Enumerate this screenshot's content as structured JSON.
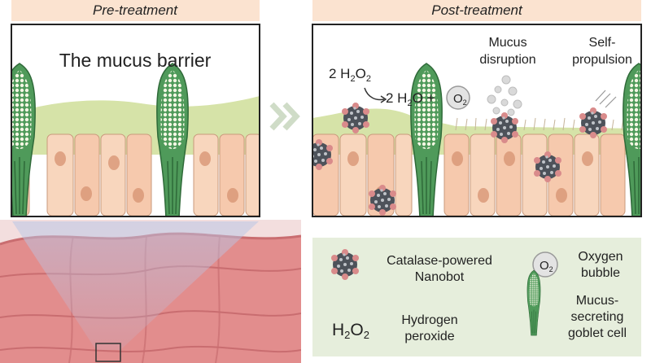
{
  "headers": {
    "pre": "Pre-treatment",
    "post": "Post-treatment"
  },
  "pre_panel": {
    "title": "The mucus barrier"
  },
  "post_panel": {
    "reaction": {
      "reactant_coef": "2 H",
      "reactant_sub": "2",
      "reactant_tail": "O",
      "reactant_sub2": "2",
      "product_text": "2 H",
      "product_sub": "2",
      "product_tail": "O +",
      "bubble_O": "O",
      "bubble_sub": "2"
    },
    "mucus_disruption_line1": "Mucus",
    "mucus_disruption_line2": "disruption",
    "self_propulsion_line1": "Self-",
    "self_propulsion_line2": "propulsion"
  },
  "legend": {
    "nanobot_line1": "Catalase-powered",
    "nanobot_line2": "Nanobot",
    "o2_symbol_O": "O",
    "o2_symbol_sub": "2",
    "oxygen_line1": "Oxygen",
    "oxygen_line2": "bubble",
    "h2o2_H": "H",
    "h2o2_sub1": "2",
    "h2o2_O": "O",
    "h2o2_sub2": "2",
    "hydrogen_line1": "Hydrogen",
    "hydrogen_line2": "peroxide",
    "goblet_line1": "Mucus-",
    "goblet_line2": "secreting",
    "goblet_line3": "goblet cell"
  },
  "colors": {
    "header_bg": "#fbe3d0",
    "legend_bg": "#e6eedc",
    "mucus": "#d6e3a8",
    "cell_fill": "#f6c9ad",
    "nucleus": "#d99776",
    "goblet": "#4f9a5a",
    "nanobot": "#555a62",
    "intestine": "#e28d8d",
    "arrow": "#cfdcc7"
  }
}
